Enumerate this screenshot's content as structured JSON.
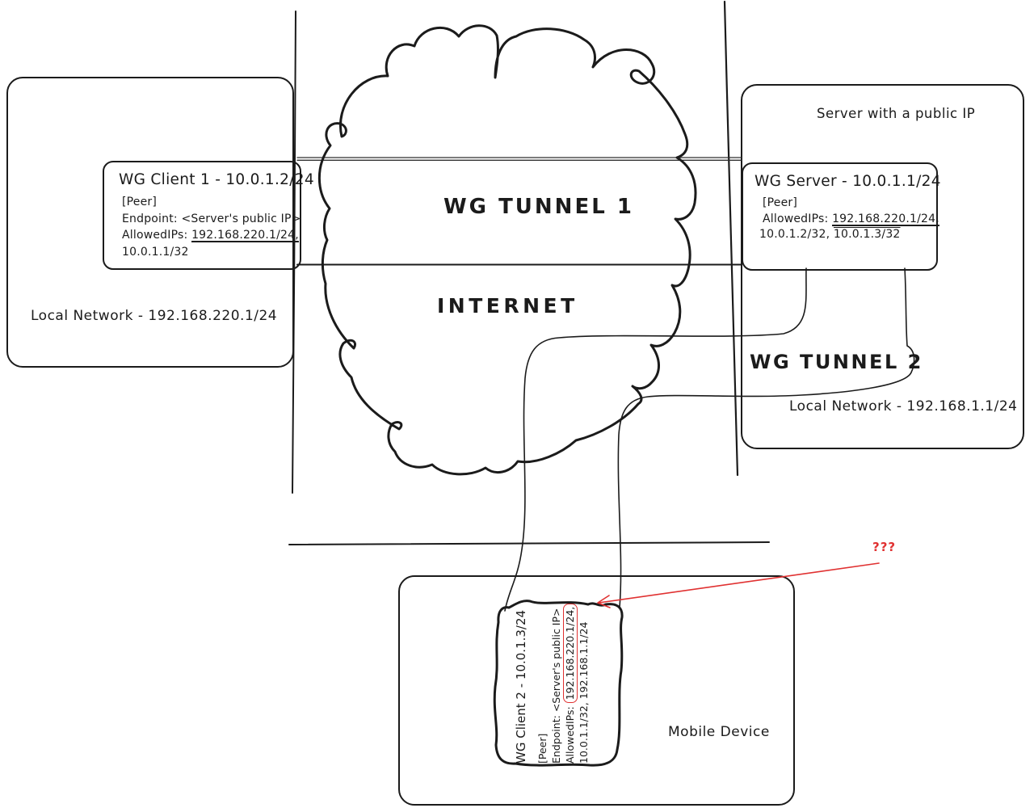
{
  "colors": {
    "ink": "#1b1b1b",
    "annotation_red": "#e03131",
    "background": "#ffffff"
  },
  "client1": {
    "network_label": "Local Network - 192.168.220.1/24",
    "wg": {
      "title": "WG Client 1 - 10.0.1.2/24",
      "peer_header": "[Peer]",
      "endpoint": "Endpoint: <Server's public IP>",
      "allowed_prefix": "AllowedIPs: ",
      "allowed_underlined": "192.168.220.1/24,",
      "allowed_rest": "10.0.1.1/32"
    }
  },
  "internet": {
    "tunnel1_label": "WG TUNNEL 1",
    "internet_label": "INTERNET"
  },
  "server": {
    "box_title": "Server with a public IP",
    "wg": {
      "title": "WG Server - 10.0.1.1/24",
      "peer_header": "[Peer]",
      "allowed_prefix": "AllowedIPs: ",
      "allowed_underlined": "192.168.220.1/24,",
      "allowed_rest_prefix": "10.0.1.2/32, ",
      "allowed_overlined": "10.0.1.3/32"
    },
    "tunnel2_label": "WG TUNNEL 2",
    "network_label": "Local Network - 192.168.1.1/24"
  },
  "mobile": {
    "device_label": "Mobile Device",
    "wg": {
      "title": "WG Client 2 - 10.0.1.3/24",
      "peer_header": "[Peer]",
      "endpoint": "Endpoint: <Server's public IP>",
      "allowed_prefix": "AllowedIPs: ",
      "allowed_boxed": "192.168.220.1/24,",
      "allowed_rest": "10.0.1.1/32, 192.168.1.1/24"
    }
  },
  "annotation": {
    "question_marks": "???"
  }
}
